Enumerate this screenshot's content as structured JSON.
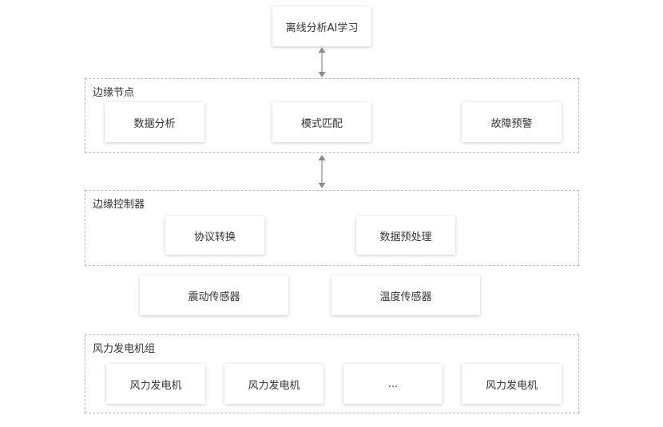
{
  "top_node": {
    "label": "离线分析AI学习"
  },
  "edge_node": {
    "title": "边缘节点",
    "items": [
      "数据分析",
      "模式匹配",
      "故障预警"
    ]
  },
  "edge_controller": {
    "title": "边缘控制器",
    "items": [
      "协议转换",
      "数据预处理"
    ]
  },
  "sensors": {
    "items": [
      "震动传感器",
      "温度传感器"
    ]
  },
  "turbine_group": {
    "title": "风力发电机组",
    "items": [
      "风力发电机",
      "风力发电机",
      "...",
      "风力发电机"
    ]
  },
  "colors": {
    "border": "#b8b8b8",
    "arrow": "#8c8c8c",
    "text": "#333333"
  }
}
